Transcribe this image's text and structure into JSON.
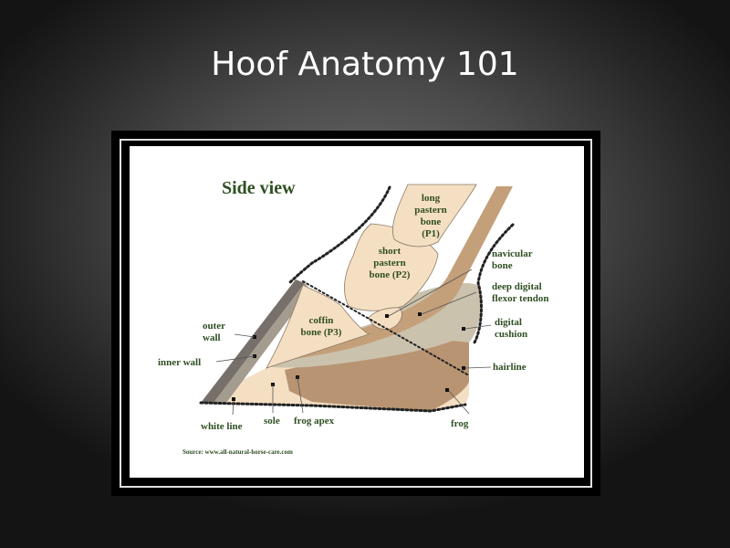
{
  "slide": {
    "title": "Hoof Anatomy 101"
  },
  "diagram": {
    "heading": "Side view",
    "source": "Source: www.all-natural-horse-care.com",
    "labels": {
      "long_pastern": [
        "long",
        "pastern",
        "bone",
        "(P1)"
      ],
      "short_pastern": [
        "short",
        "pastern",
        "bone (P2)"
      ],
      "coffin": [
        "coffin",
        "bone (P3)"
      ],
      "navicular": [
        "navicular",
        "bone"
      ],
      "deep_digital": [
        "deep digital",
        "flexor tendon"
      ],
      "digital_cushion": [
        "digital",
        "cushion"
      ],
      "outer_wall": [
        "outer",
        "wall"
      ],
      "inner_wall": "inner wall",
      "hairline": "hairline",
      "frog": "frog",
      "white_line": "white line",
      "sole": "sole",
      "frog_apex": "frog apex"
    },
    "colors": {
      "bone": "#f5dfc3",
      "tendon": "#c4a07a",
      "cushion": "#cbc2ad",
      "frog": "#b89472",
      "wall_outer": "#77706a",
      "wall_inner": "#a59c90",
      "label": "#2f4f22"
    }
  }
}
